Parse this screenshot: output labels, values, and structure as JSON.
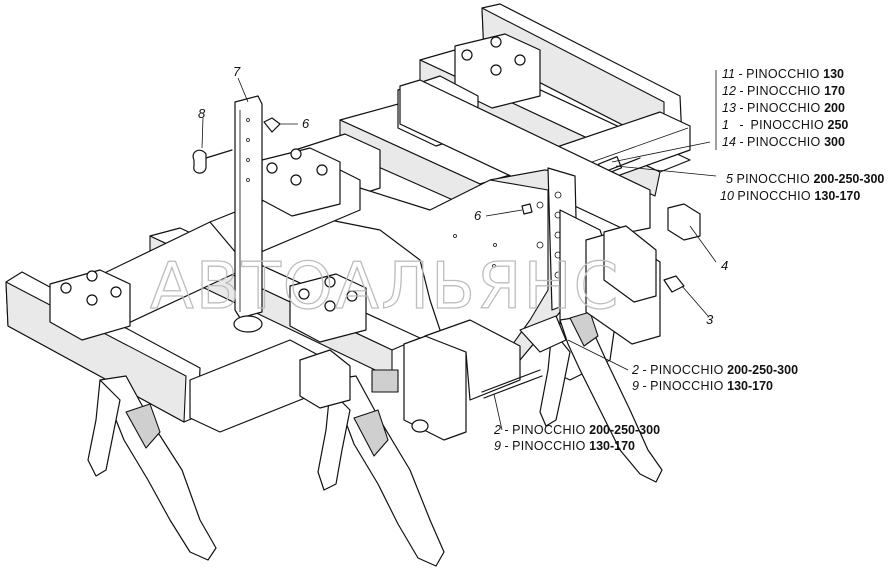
{
  "watermark": "АВТОАЛЬЯНС",
  "legend_top": [
    {
      "num": "11",
      "model": "PINOCCHIO",
      "value": "130"
    },
    {
      "num": "12",
      "model": "PINOCCHIO",
      "value": "170"
    },
    {
      "num": "13",
      "model": "PINOCCHIO",
      "value": "200"
    },
    {
      "num": "1",
      "model": "PINOCCHIO",
      "value": "250"
    },
    {
      "num": "14",
      "model": "PINOCCHIO",
      "value": "300"
    }
  ],
  "label_5": {
    "num": "5",
    "model": "PINOCCHIO",
    "value": "200-250-300"
  },
  "label_10": {
    "num": "10",
    "model": "PINOCCHIO",
    "value": "130-170"
  },
  "label_2a": {
    "num": "2",
    "sep": "-",
    "model": "PINOCCHIO",
    "value": "200-250-300"
  },
  "label_9a": {
    "num": "9",
    "sep": "-",
    "model": "PINOCCHIO",
    "value": "130-170"
  },
  "label_2b": {
    "num": "2",
    "sep": "-",
    "model": "PINOCCHIO",
    "value": "200-250-300"
  },
  "label_9b": {
    "num": "9",
    "sep": "-",
    "model": "PINOCCHIO",
    "value": "130-170"
  },
  "callouts": {
    "c7": "7",
    "c8": "8",
    "c6a": "6",
    "c6b": "6",
    "c4": "4",
    "c3": "3"
  },
  "dash": "-"
}
